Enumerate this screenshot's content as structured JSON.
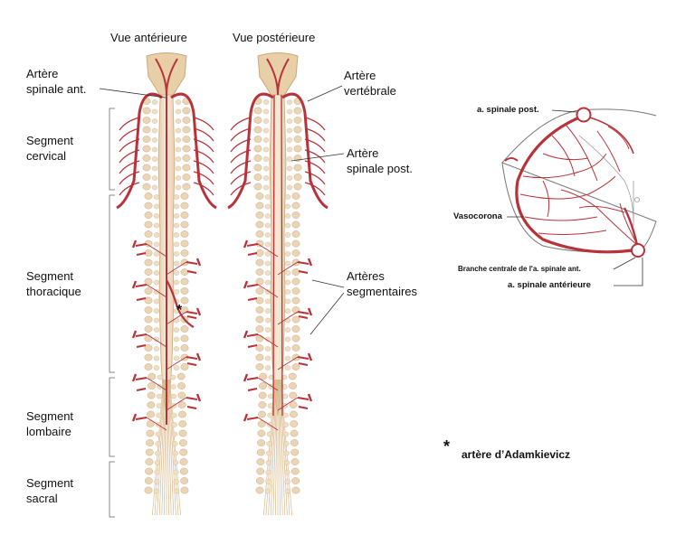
{
  "views": {
    "anterior": "Vue antérieure",
    "posterior": "Vue postérieure"
  },
  "left_labels": {
    "artere_spinale_ant_1": "Artère",
    "artere_spinale_ant_2": "spinale ant.",
    "cervical_1": "Segment",
    "cervical_2": "cervical",
    "thoracique_1": "Segment",
    "thoracique_2": "thoracique",
    "lombaire_1": "Segment",
    "lombaire_2": "lombaire",
    "sacral_1": "Segment",
    "sacral_2": "sacral"
  },
  "right_labels": {
    "vertebrale_1": "Artère",
    "vertebrale_2": "vertébrale",
    "spinale_post_1": "Artère",
    "spinale_post_2": "spinale post.",
    "segmentaires_1": "Artères",
    "segmentaires_2": "segmentaires"
  },
  "cross_section": {
    "spinale_post": "a. spinale post.",
    "vasocorona": "Vasocorona",
    "branche_centrale": "Branche centrale de l'a. spinale ant.",
    "spinale_anterieure": "a. spinale antérieure"
  },
  "legend": {
    "star": "*",
    "adamkiewicz": "artère d’Adamkievicz"
  },
  "colors": {
    "artery": "#b8323a",
    "root": "#d9c2a0",
    "cord": "#ecd9c0",
    "bracket": "#888888"
  }
}
